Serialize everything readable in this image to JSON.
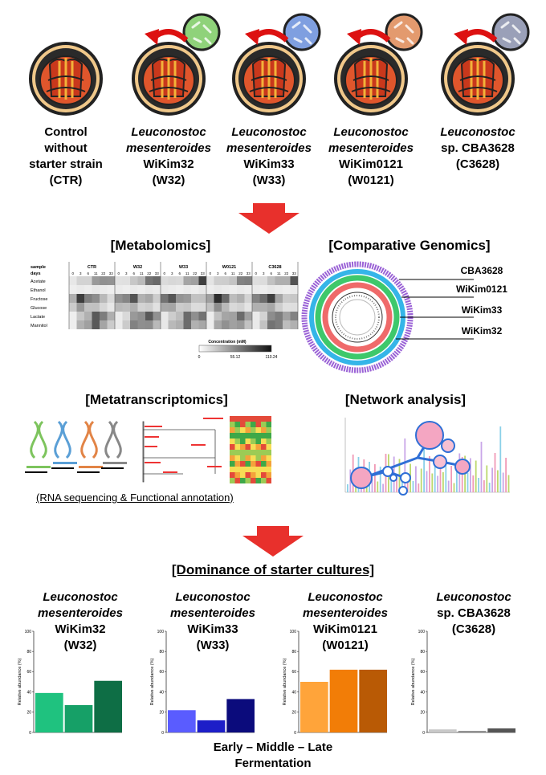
{
  "strains": [
    {
      "line1": "Control",
      "line2": "without",
      "line3": "starter strain",
      "code": "(CTR)",
      "italic": false,
      "microbe_color": ""
    },
    {
      "line1": "Leuconostoc",
      "line2": "mesenteroides",
      "line3": "WiKim32",
      "code": "(W32)",
      "italic": true,
      "microbe_color": "#8fd27a"
    },
    {
      "line1": "Leuconostoc",
      "line2": "mesenteroides",
      "line3": "WiKim33",
      "code": "(W33)",
      "italic": true,
      "microbe_color": "#7f9fe0"
    },
    {
      "line1": "Leuconostoc",
      "line2": "mesenteroides",
      "line3": "WiKim0121",
      "code": "(W0121)",
      "italic": true,
      "microbe_color": "#e39a6e"
    },
    {
      "line1": "Leuconostoc",
      "line2": "sp. CBA3628",
      "line3": "(C3628)",
      "code": "",
      "italic": true,
      "microbe_color": "#9aa0b8"
    }
  ],
  "sections": {
    "metabolomics": "[Metabolomics]",
    "comparative_genomics": "[Comparative Genomics]",
    "metatranscriptomics": "[Metatranscriptomics]",
    "network_analysis": "[Network analysis]",
    "dominance": "[Dominance of starter cultures]",
    "rna_caption": "(RNA sequencing & Functional annotation)"
  },
  "heatmap": {
    "row_header_sample": "sample",
    "row_header_days": "days",
    "groups": [
      "CTR",
      "W32",
      "W33",
      "W0121",
      "C3628"
    ],
    "days": [
      "0",
      "3",
      "6",
      "11",
      "22",
      "33"
    ],
    "metabolites": [
      "Acetate",
      "Ethanol",
      "Fructose",
      "Glucose",
      "Lactate",
      "Mannitol"
    ],
    "scale_title": "Concentration (mM)",
    "scale_ticks": [
      "0",
      "55.12",
      "110.24"
    ]
  },
  "genome_labels": [
    "CBA3628",
    "WiKim0121",
    "WiKim33",
    "WiKim32"
  ],
  "dominance_groups": [
    {
      "line1": "Leuconostoc",
      "line2": "mesenteroides",
      "line3": "WiKim32",
      "code": "(W32)"
    },
    {
      "line1": "Leuconostoc",
      "line2": "mesenteroides",
      "line3": "WiKim33",
      "code": "(W33)"
    },
    {
      "line1": "Leuconostoc",
      "line2": "mesenteroides",
      "line3": "WiKim0121",
      "code": "(W0121)"
    },
    {
      "line1": "Leuconostoc",
      "line2": "sp. CBA3628",
      "line3": "(C3628)",
      "code": ""
    }
  ],
  "chart_data": [
    {
      "type": "bar",
      "title": "",
      "ylabel": "Relative abundance (%)",
      "ylim": [
        0,
        100
      ],
      "yticks": [
        0,
        20,
        40,
        60,
        80,
        100
      ],
      "categories": [
        "Early",
        "Middle",
        "Late"
      ],
      "values": [
        39,
        27,
        51
      ],
      "colors": [
        "#1fc27f",
        "#16a067",
        "#0e6e45"
      ]
    },
    {
      "type": "bar",
      "title": "",
      "ylabel": "Relative abundance (%)",
      "ylim": [
        0,
        100
      ],
      "yticks": [
        0,
        20,
        40,
        60,
        80,
        100
      ],
      "categories": [
        "Early",
        "Middle",
        "Late"
      ],
      "values": [
        22,
        12,
        33
      ],
      "colors": [
        "#5a5cff",
        "#1d1ec8",
        "#0b0b7c"
      ]
    },
    {
      "type": "bar",
      "title": "",
      "ylabel": "Relative abundance (%)",
      "ylim": [
        0,
        100
      ],
      "yticks": [
        0,
        20,
        40,
        60,
        80,
        100
      ],
      "categories": [
        "Early",
        "Middle",
        "Late"
      ],
      "values": [
        50,
        62,
        62
      ],
      "colors": [
        "#ffa43a",
        "#f27d07",
        "#b95a05"
      ]
    },
    {
      "type": "bar",
      "title": "",
      "ylabel": "Relative abundance (%)",
      "ylim": [
        0,
        100
      ],
      "yticks": [
        0,
        20,
        40,
        60,
        80,
        100
      ],
      "categories": [
        "Early",
        "Middle",
        "Late"
      ],
      "values": [
        3,
        1.5,
        4
      ],
      "colors": [
        "#c8c8c8",
        "#8a8a8a",
        "#555555"
      ]
    }
  ],
  "bottom": {
    "line1": "Early – Middle – Late",
    "line2": "Fermentation"
  }
}
